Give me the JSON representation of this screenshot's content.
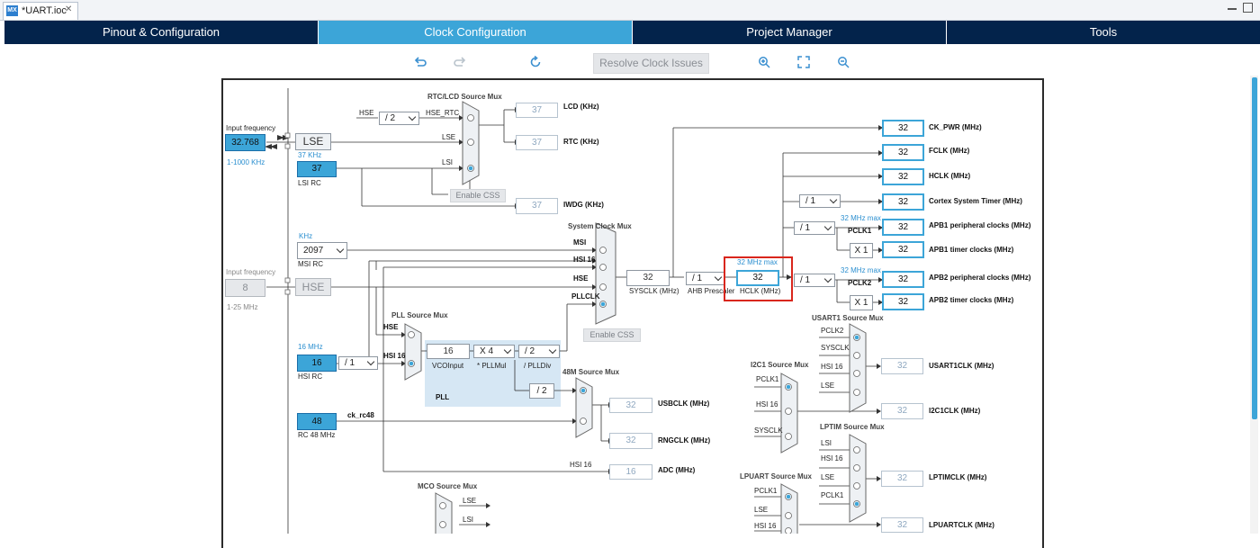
{
  "editor": {
    "file_tab": "*UART.ioc",
    "icon": "MX",
    "close_glyph": "✕"
  },
  "nav": {
    "tabs": [
      {
        "label": "Pinout & Configuration",
        "active": false
      },
      {
        "label": "Clock Configuration",
        "active": true
      },
      {
        "label": "Project Manager",
        "active": false
      },
      {
        "label": "Tools",
        "active": false
      }
    ]
  },
  "toolbar": {
    "undo_icon": "undo-icon",
    "redo_icon": "redo-icon",
    "refresh_icon": "refresh-icon",
    "resolve_label": "Resolve Clock Issues",
    "zoom_in_icon": "zoom-in-icon",
    "fit_icon": "fit-icon",
    "zoom_out_icon": "zoom-out-icon"
  },
  "clock": {
    "lse": {
      "input_label": "Input frequency",
      "value": "32.768",
      "range": "1-1000 KHz",
      "name": "LSE"
    },
    "lsi": {
      "freq_label": "37 KHz",
      "value": "37",
      "name": "LSI RC"
    },
    "rtc_mux": {
      "title": "RTC/LCD Source Mux",
      "hse": "HSE",
      "div": "/ 2",
      "hse_rtc": "HSE_RTC",
      "lse": "LSE",
      "lsi": "LSI"
    },
    "lcd": {
      "value": "37",
      "label": "LCD (KHz)"
    },
    "rtc": {
      "value": "37",
      "label": "RTC (KHz)"
    },
    "iwdg": {
      "value": "37",
      "label": "IWDG (KHz)"
    },
    "enable_css": "Enable CSS",
    "msi": {
      "unit": "KHz",
      "value": "2097",
      "name": "MSI RC"
    },
    "hse": {
      "input_label": "Input frequency",
      "value": "8",
      "name": "HSE",
      "range": "1-25 MHz"
    },
    "hsi16": {
      "freq_label": "16 MHz",
      "value": "16",
      "name": "HSI RC",
      "div": "/ 1"
    },
    "rc48": {
      "value": "48",
      "name": "RC 48 MHz",
      "ck": "ck_rc48"
    },
    "pll_mux": {
      "title": "PLL Source Mux",
      "hse": "HSE",
      "hsi16": "HSI 16"
    },
    "pll": {
      "vco_value": "16",
      "vco_label": "VCOInput",
      "mul": "X 4",
      "mul_label": "* PLLMul",
      "div": "/ 2",
      "div_label": "/ PLLDiv",
      "name": "PLL"
    },
    "sys_mux": {
      "title": "System Clock Mux",
      "msi": "MSI",
      "hsi16": "HSI 16",
      "hse": "HSE",
      "pllclk": "PLLCLK"
    },
    "sysclk": {
      "value": "32",
      "label": "SYSCLK (MHz)"
    },
    "ahb": {
      "value": "/ 1",
      "label": "AHB Prescaler"
    },
    "hclk": {
      "max": "32 MHz max",
      "value": "32",
      "label": "HCLK (MHz)"
    },
    "outputs": {
      "ck_pwr": {
        "value": "32",
        "label": "CK_PWR (MHz)"
      },
      "fclk": {
        "value": "32",
        "label": "FCLK (MHz)"
      },
      "hclk": {
        "value": "32",
        "label": "HCLK (MHz)"
      },
      "cortex": {
        "div": "/ 1",
        "value": "32",
        "label": "Cortex System Timer (MHz)"
      },
      "apb1": {
        "div": "/ 1",
        "max": "32 MHz max",
        "pclk": "PCLK1",
        "value": "32",
        "label": "APB1 peripheral clocks (MHz)",
        "timer_mul": "X 1",
        "timer_value": "32",
        "timer_label": "APB1 timer clocks (MHz)"
      },
      "apb2": {
        "div": "/ 1",
        "max": "32 MHz max",
        "pclk": "PCLK2",
        "value": "32",
        "label": "APB2 peripheral clocks (MHz)",
        "timer_mul": "X 1",
        "timer_value": "32",
        "timer_label": "APB2 timer clocks (MHz)"
      }
    },
    "m48_mux": {
      "title": "48M Source Mux",
      "div": "/ 2"
    },
    "usb": {
      "value": "32",
      "label": "USBCLK (MHz)"
    },
    "rng": {
      "value": "32",
      "label": "RNGCLK (MHz)"
    },
    "adc": {
      "in": "HSI 16",
      "value": "16",
      "label": "ADC (MHz)"
    },
    "usart1_mux": {
      "title": "USART1 Source Mux",
      "items": [
        "PCLK2",
        "SYSCLK",
        "HSI 16",
        "LSE"
      ],
      "value": "32",
      "label": "USART1CLK (MHz)"
    },
    "i2c1_mux": {
      "title": "I2C1 Source Mux",
      "items": [
        "PCLK1",
        "HSI 16",
        "SYSCLK"
      ],
      "value": "32",
      "label": "I2C1CLK (MHz)"
    },
    "lptim_mux": {
      "title": "LPTIM Source Mux",
      "items": [
        "LSI",
        "HSI 16",
        "LSE",
        "PCLK1"
      ],
      "value": "32",
      "label": "LPTIMCLK (MHz)"
    },
    "lpuart_mux": {
      "title": "LPUART Source Mux",
      "items": [
        "PCLK1",
        "LSE",
        "HSI 16"
      ],
      "value": "32",
      "label": "LPUARTCLK (MHz)"
    },
    "mco_mux": {
      "title": "MCO Source Mux",
      "items": [
        "LSE",
        "LSI"
      ]
    }
  }
}
